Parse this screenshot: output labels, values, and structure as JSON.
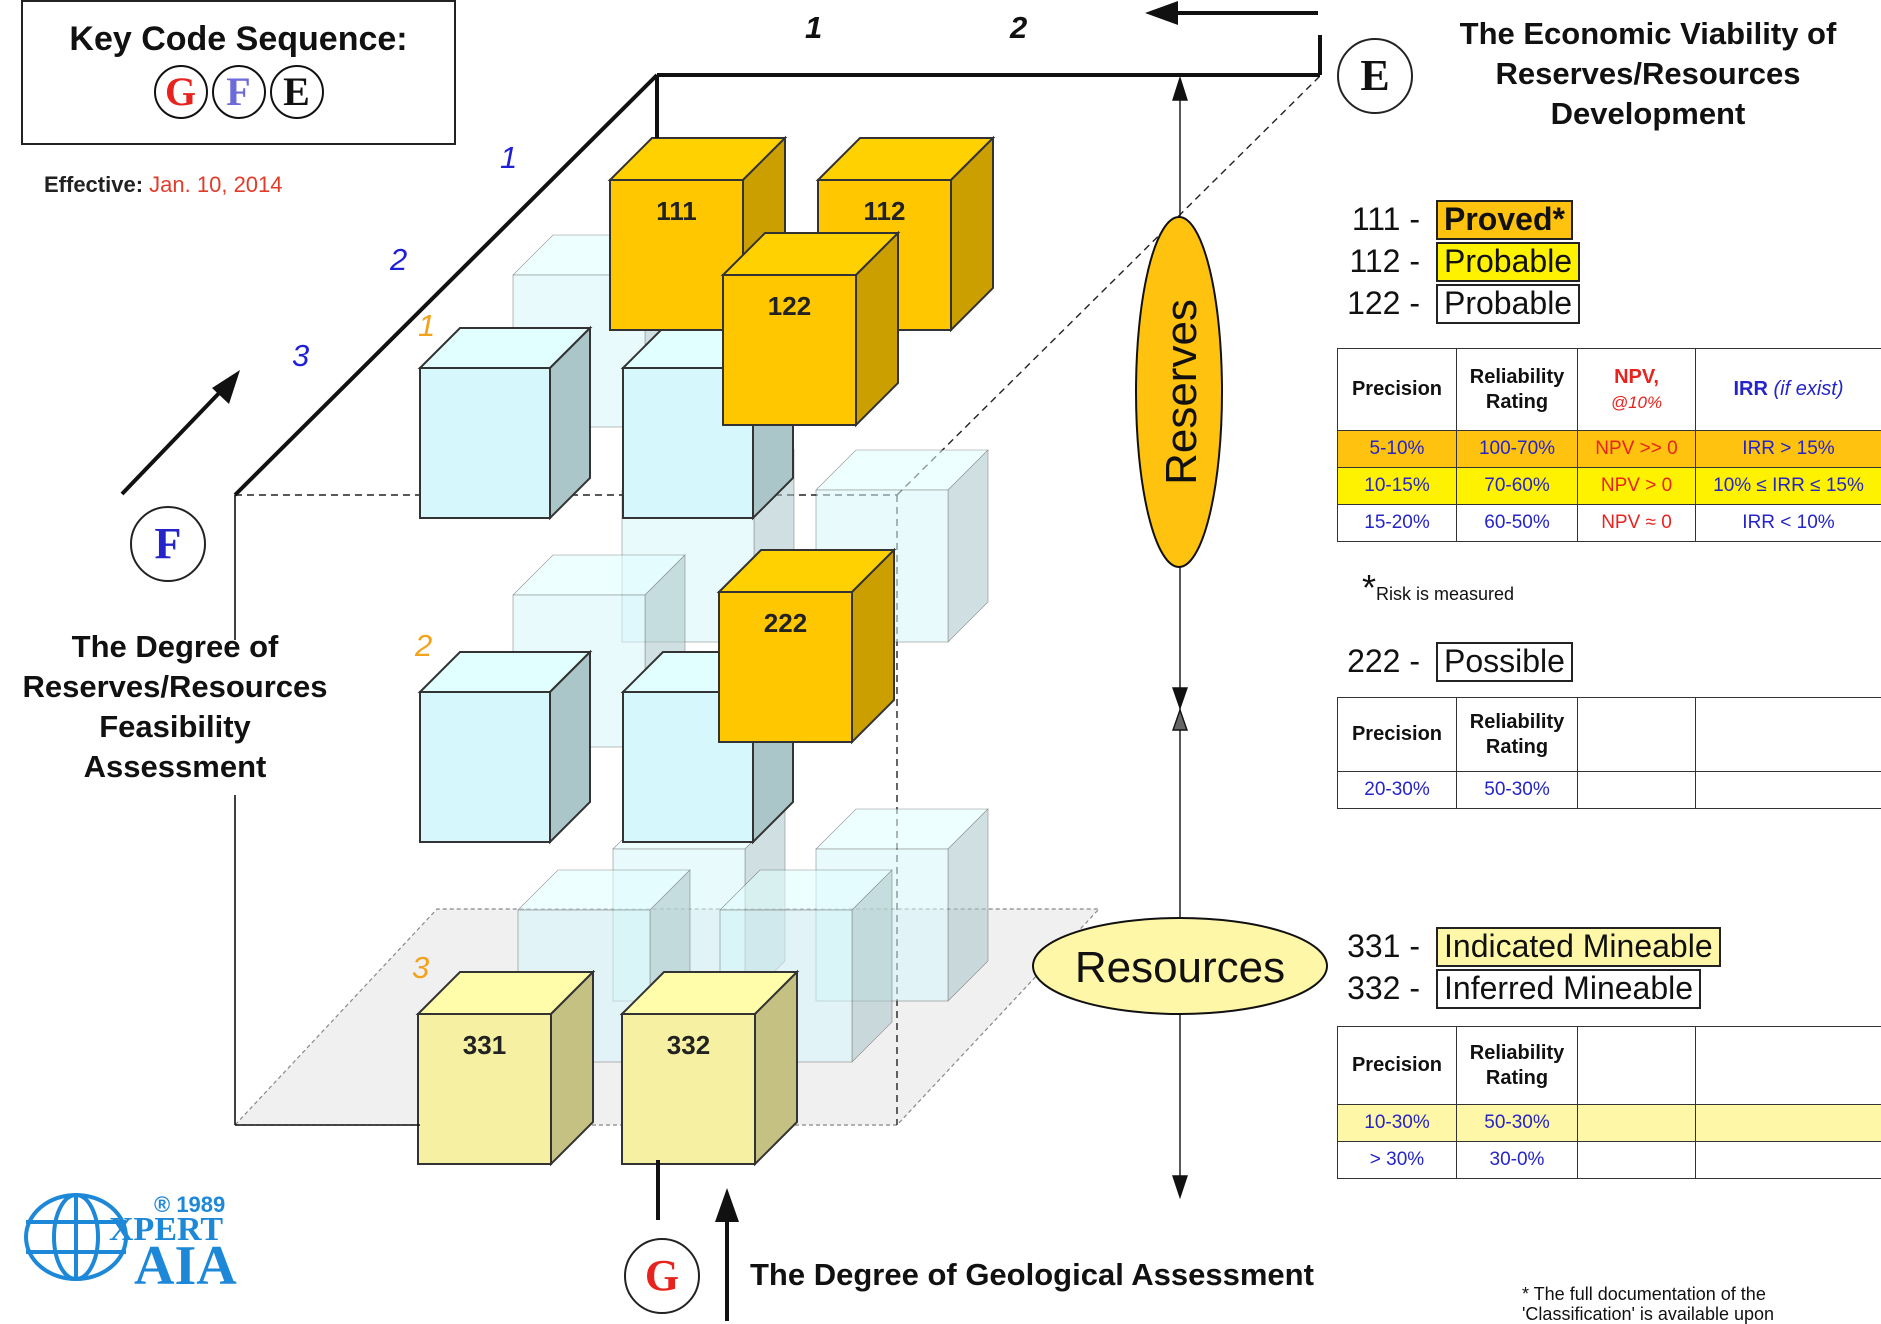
{
  "key_code": {
    "title": "Key Code Sequence:",
    "letters": [
      "G",
      "F",
      "E"
    ],
    "letter_colors": [
      "#e8231e",
      "#6d6bd9",
      "#111111"
    ]
  },
  "effective": {
    "label": "Effective:",
    "date": "Jan. 10, 2014"
  },
  "axes": {
    "e": {
      "letter": "E",
      "heading_lines": [
        "The Economic Viability of",
        "Reserves/Resources",
        "Development"
      ],
      "numbers": [
        "1",
        "2"
      ]
    },
    "f": {
      "letter": "F",
      "heading_lines": [
        "The Degree of",
        "Reserves/Resources",
        "Feasibility",
        "Assessment"
      ],
      "numbers": [
        "1",
        "2",
        "3"
      ],
      "number_color": "#1f1fd8"
    },
    "g": {
      "letter": "G",
      "heading": "The Degree of Geological Assessment",
      "numbers": [
        "1",
        "2",
        "3"
      ],
      "number_color": "#f3a21c"
    }
  },
  "zones": {
    "reserves": "Reserves",
    "resources": "Resources"
  },
  "cubes": [
    {
      "code": "111",
      "fill": "#ffc700"
    },
    {
      "code": "112",
      "fill": "#ffc700"
    },
    {
      "code": "122",
      "fill": "#ffc700"
    },
    {
      "code": "222",
      "fill": "#ffc700"
    },
    {
      "code": "331",
      "fill": "#f6f1a2"
    },
    {
      "code": "332",
      "fill": "#f6f1a2"
    }
  ],
  "categories_a": [
    {
      "code": "111 -",
      "label": "Proved*",
      "fill": "#ffc20e",
      "bold": true
    },
    {
      "code": "112 -",
      "label": "Probable",
      "fill": "#fff200",
      "bold": false
    },
    {
      "code": "122 -",
      "label": "Probable",
      "fill": "#ffffff",
      "bold": false
    }
  ],
  "table_a": {
    "headers": [
      "Precision",
      "Reliability Rating",
      "NPV, @10%",
      "IRR (if exist)"
    ],
    "rows": [
      {
        "cells": [
          "5-10%",
          "100-70%",
          "NPV >> 0",
          "IRR > 15%"
        ],
        "fill": "#ffc20e"
      },
      {
        "cells": [
          "10-15%",
          "70-60%",
          "NPV > 0",
          "10% ≤ IRR ≤ 15%"
        ],
        "fill": "#fff200"
      },
      {
        "cells": [
          "15-20%",
          "60-50%",
          "NPV ≈ 0",
          "IRR < 10%"
        ],
        "fill": "#ffffff"
      }
    ]
  },
  "risk_note": {
    "star": "*",
    "text": "Risk is measured"
  },
  "category_b": {
    "code": "222 -",
    "label": "Possible"
  },
  "table_b": {
    "headers": [
      "Precision",
      "Reliability Rating",
      "",
      ""
    ],
    "rows": [
      {
        "cells": [
          "20-30%",
          "50-30%",
          "",
          ""
        ],
        "fill": "#ffffff"
      }
    ]
  },
  "categories_c": [
    {
      "code": "331 -",
      "label": "Indicated Mineable",
      "fill": "#fff7a8"
    },
    {
      "code": "332 -",
      "label": "Inferred Mineable",
      "fill": "#ffffff"
    }
  ],
  "table_c": {
    "headers": [
      "Precision",
      "Reliability Rating",
      "",
      ""
    ],
    "rows": [
      {
        "cells": [
          "10-30%",
          "50-30%",
          "",
          ""
        ],
        "fill": "#fff7a8"
      },
      {
        "cells": [
          "> 30%",
          "30-0%",
          "",
          ""
        ],
        "fill": "#ffffff"
      }
    ]
  },
  "footnote": [
    "* The full documentation of the",
    "'Classification' is available upon"
  ],
  "logo": {
    "reg": "® 1989",
    "line1": "XPERT",
    "line2": "AIA",
    "color": "#1e88d8"
  },
  "colors": {
    "text_blue": "#2424c8",
    "text_red": "#e8231e"
  }
}
